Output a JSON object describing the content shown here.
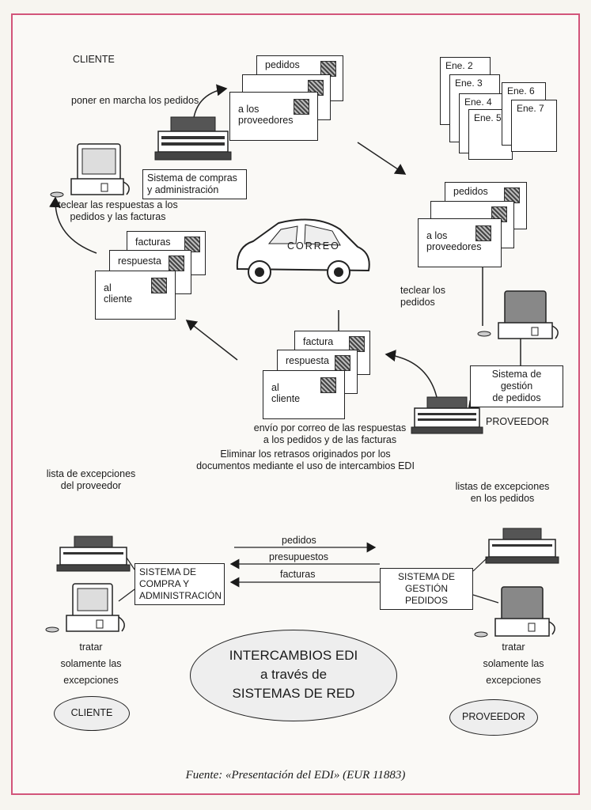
{
  "top": {
    "cliente_label": "CLIENTE",
    "poner_en_marcha": "poner en marcha los pedidos",
    "orders_stack": {
      "pedidos": "pedidos",
      "a_los_proveedores": [
        "a los",
        "proveedores"
      ]
    },
    "sistema_compras": [
      "Sistema de compras",
      "y administración"
    ],
    "teclear_respuestas": [
      "teclear las respuestas a los",
      "pedidos y las facturas"
    ],
    "ene_labels": [
      "Ene. 2",
      "Ene. 3",
      "Ene. 4",
      "Ene. 5",
      "Ene. 6",
      "Ene. 7"
    ],
    "supplier_orders_stack": {
      "pedidos": "pedidos",
      "a_los_proveedores": [
        "a los",
        "proveedores"
      ]
    },
    "correo_label": "CORREO",
    "client_docs_stack": {
      "facturas": "facturas",
      "respuesta": "respuesta",
      "al_cliente": [
        "al",
        "cliente"
      ]
    },
    "teclear_pedidos": [
      "teclear los",
      "pedidos"
    ],
    "sistema_gestion": [
      "Sistema de gestión",
      "de pedidos"
    ],
    "middle_docs_stack": {
      "factura": "factura",
      "respuesta": "respuesta",
      "al_cliente": [
        "al",
        "cliente"
      ]
    },
    "proveedor_label": "PROVEEDOR",
    "envio_correo": [
      "envío por correo de las respuestas",
      "a los pedidos y de las facturas"
    ],
    "eliminar": [
      "Eliminar los retrasos originados por los",
      "documentos mediante el uso de intercambios EDI"
    ]
  },
  "bottom": {
    "lista_proveedor": [
      "lista de excepciones",
      "del proveedor"
    ],
    "listas_pedidos": [
      "listas de excepciones",
      "en los pedidos"
    ],
    "sistema_compra": [
      "SISTEMA DE",
      "COMPRA Y",
      "ADMINISTRACIÓN"
    ],
    "sistema_gestion": [
      "SISTEMA DE",
      "GESTIÓN PEDIDOS"
    ],
    "flows": {
      "pedidos": "pedidos",
      "presupuestos": "presupuestos",
      "facturas": "facturas"
    },
    "tratar_left": [
      "tratar",
      "solamente las",
      "excepciones"
    ],
    "tratar_right": [
      "tratar",
      "solamente las",
      "excepciones"
    ],
    "center_ellipse": [
      "INTERCAMBIOS EDI",
      "a través de",
      "SISTEMAS DE RED"
    ],
    "cliente_ellipse": "CLIENTE",
    "proveedor_ellipse": "PROVEEDOR"
  },
  "caption": "Fuente: «Presentación del EDI» (EUR 11883)",
  "colors": {
    "frame": "#d2547a",
    "ink": "#1a1a1a",
    "paper": "#faf9f6"
  }
}
